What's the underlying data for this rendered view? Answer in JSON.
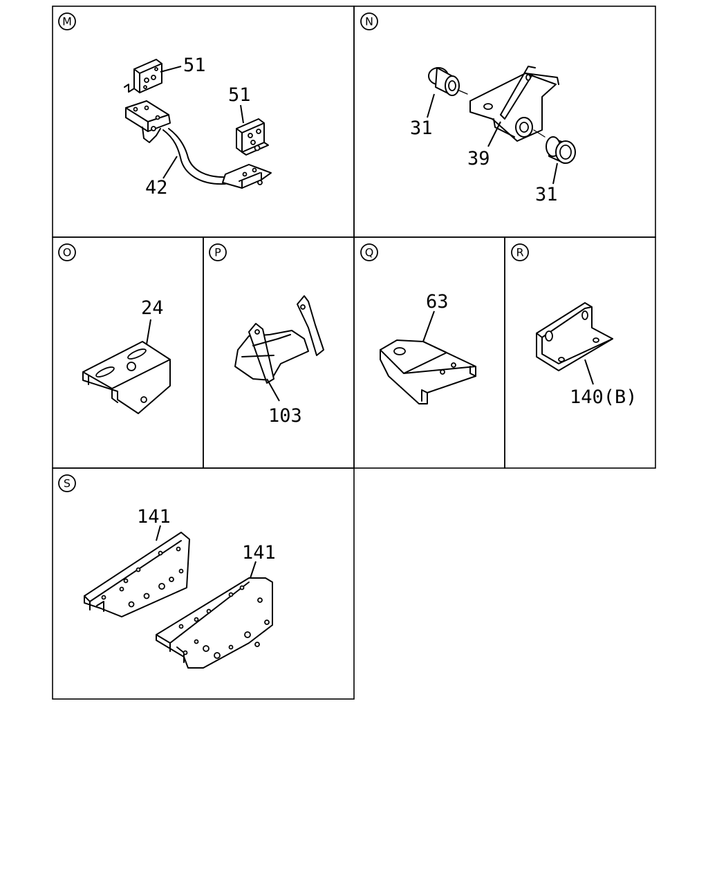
{
  "panels": [
    {
      "id": "M",
      "letter": "M"
    },
    {
      "id": "N",
      "letter": "N"
    },
    {
      "id": "O",
      "letter": "O"
    },
    {
      "id": "P",
      "letter": "P"
    },
    {
      "id": "Q",
      "letter": "Q"
    },
    {
      "id": "R",
      "letter": "R"
    },
    {
      "id": "S",
      "letter": "S"
    }
  ],
  "callouts": {
    "m_51_top": "51",
    "m_51_right": "51",
    "m_42": "42",
    "n_31_left": "31",
    "n_39": "39",
    "n_31_right": "31",
    "o_24": "24",
    "p_103": "103",
    "q_63": "63",
    "r_140b": "140(B)",
    "s_141_left": "141",
    "s_141_right": "141"
  }
}
